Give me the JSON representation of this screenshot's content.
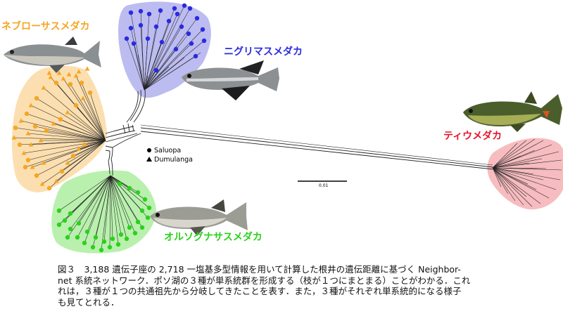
{
  "species": {
    "nebulosus": {
      "label": "ネブローサスメダカ",
      "color": "#f5a623"
    },
    "nigrimas": {
      "label": "ニグリマスメダカ",
      "color": "#2a2ae0"
    },
    "celebensis": {
      "label": "ティウメダカ",
      "color": "#e8142a"
    },
    "orthognathus": {
      "label": "オルソグナサスメダカ",
      "color": "#2bd11c"
    }
  },
  "legend": {
    "circle_label": "Saluopa",
    "triangle_label": "Dumulanga"
  },
  "scale_bar": {
    "label": "0.01"
  },
  "caption": {
    "line1": "図３　3,188 遺伝子座の 2,718 一塩基多型情報を用いて計算した根井の遺伝距離に基づく Neighbor-",
    "line2": "net 系統ネットワーク．ポソ湖の３種が単系統群を形成する（枝が１つにまとまる）ことがわかる．これ",
    "line3": "れは，３種が１つの共通祖先から分岐してきたことを表す．また，３種がそれぞれ単系統的になる様子",
    "line4": "も見てとれる．"
  }
}
